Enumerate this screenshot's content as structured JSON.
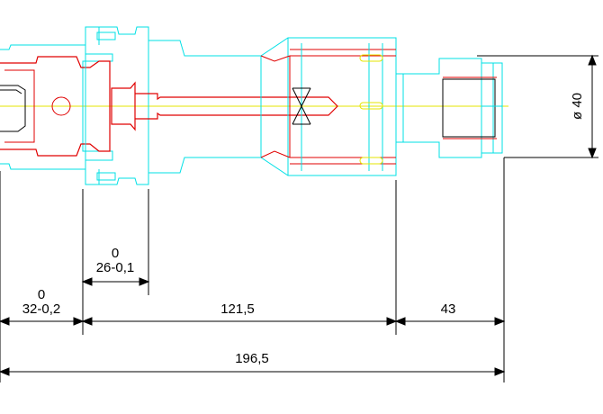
{
  "colors": {
    "outline": "#00e0e6",
    "inner": "#e00000",
    "centerline": "#e6e600",
    "dimension": "#000000",
    "background": "#ffffff"
  },
  "dimensions": {
    "flange_upper": "0",
    "flange_lower": "32-0,2",
    "collar_upper": "0",
    "collar_lower": "26-0,1",
    "body_length": "121,5",
    "nut_length": "43",
    "total_length": "196,5",
    "diameter": "ø 40"
  }
}
